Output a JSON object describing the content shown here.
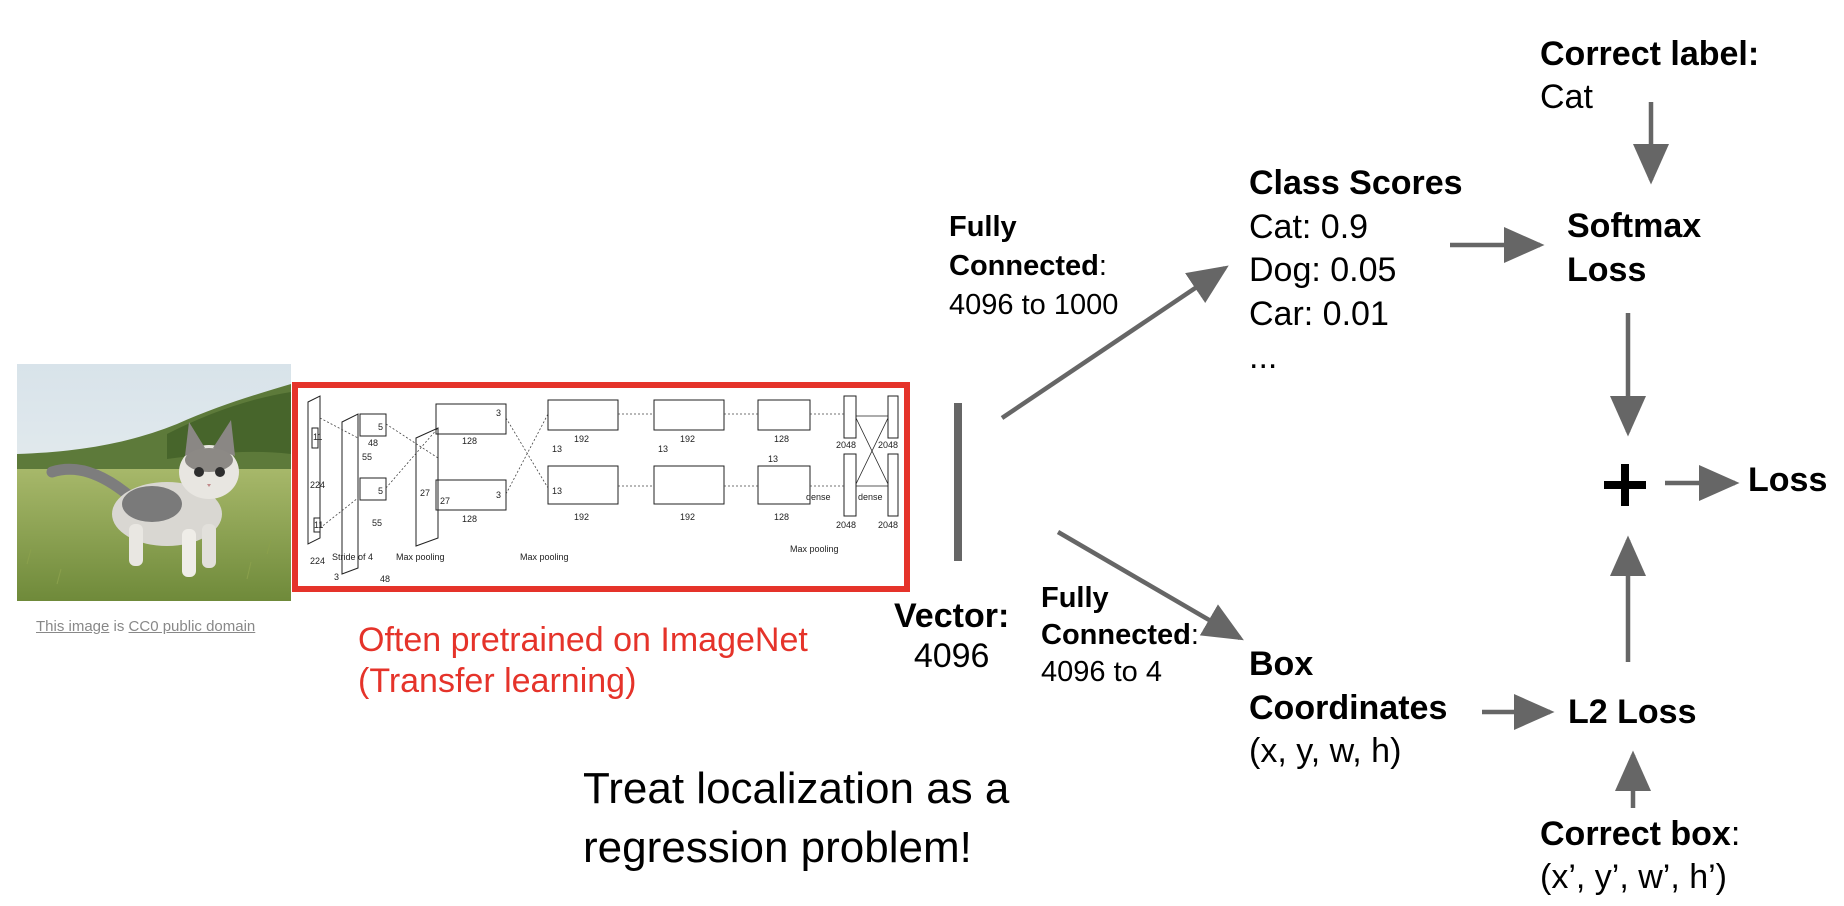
{
  "photo": {
    "credit_link1": "This image",
    "credit_mid": " is ",
    "credit_link2": "CC0 public domain"
  },
  "network": {
    "note_line1": "Often pretrained on ImageNet",
    "note_line2": "(Transfer learning)",
    "layer_sizes": [
      "224",
      "224",
      "11",
      "11",
      "55",
      "55",
      "27",
      "27",
      "13",
      "13",
      "13",
      "13",
      "48",
      "48",
      "128",
      "128",
      "192",
      "192",
      "192",
      "192",
      "128",
      "128",
      "2048",
      "2048",
      "2048",
      "2048",
      "5",
      "5",
      "3",
      "3"
    ],
    "labels": [
      "Stride of 4",
      "Max pooling",
      "Max pooling",
      "Max pooling",
      "dense",
      "dense",
      "3"
    ]
  },
  "vector": {
    "label": "Vector:",
    "value": "4096"
  },
  "fc_top": {
    "line1": "Fully",
    "line2": "Connected",
    "colon": ":",
    "line3": "4096 to 1000"
  },
  "fc_bottom": {
    "line1": "Fully",
    "line2": "Connected",
    "colon": ":",
    "line3": "4096 to 4"
  },
  "class_scores": {
    "title": "Class Scores",
    "items": [
      "Cat: 0.9",
      "Dog: 0.05",
      "Car: 0.01",
      "..."
    ]
  },
  "correct_label": {
    "title": "Correct label:",
    "value": "Cat"
  },
  "softmax": {
    "line1": "Softmax",
    "line2": "Loss"
  },
  "plus": "+",
  "loss": "Loss",
  "box_coords": {
    "line1": "Box",
    "line2": "Coordinates",
    "line3": "(x, y, w, h)"
  },
  "l2": "L2 Loss",
  "correct_box": {
    "title": "Correct box",
    "colon": ":",
    "value": "(x’, y’, w’, h’)"
  },
  "treat": {
    "line1": "Treat localization as a",
    "line2": "regression problem!"
  },
  "colors": {
    "arrow": "#666666",
    "accent_red": "#e5332a",
    "credit_gray": "#888888"
  }
}
